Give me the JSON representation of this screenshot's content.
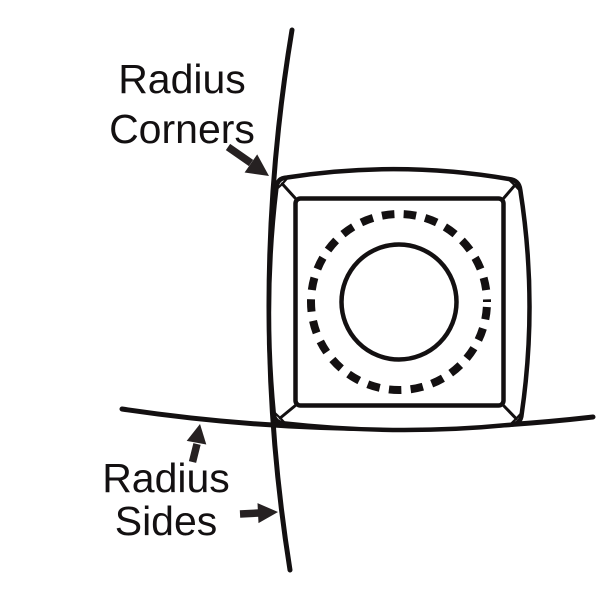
{
  "figure": {
    "labels": {
      "radius_corners": {
        "line1": "Radius",
        "line2": "Corners"
      },
      "radius_sides": {
        "line1": "Radius",
        "line2": "Sides"
      }
    },
    "colors": {
      "line": "#131011",
      "arrow": "#262122",
      "text": "#131011",
      "background": "#ffffff"
    }
  }
}
